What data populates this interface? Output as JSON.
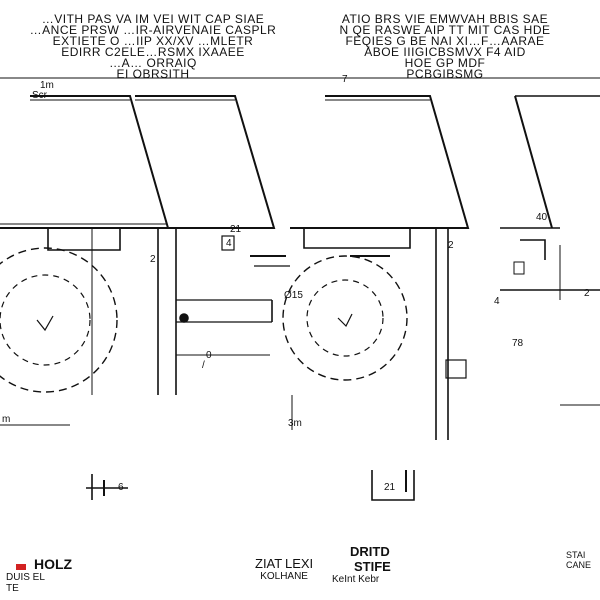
{
  "header_left": [
    "…VITH PAS VA IM VEI WIT CAP SIAE",
    "…ANCE PRSW …IR-AIRVENAIE CASPLR",
    "EXTIETE O …IIP XX/XV …MLETR",
    "EDIRR C2ELE…RSMX IXAAEE",
    "…A… ORRAIQ",
    "EI OBRSITH"
  ],
  "header_right": [
    "ATIO BRS VIE EMWVAH BBIS SAE",
    "N QE RASWE AIP TT MIT CAS HDE",
    "FEQIES G BE NAI XI…F…AARAE",
    "ABOE IIIGICBSMVX F4 AID",
    "HOE GP MDF",
    "PCBGIBSMG"
  ],
  "dimension_labels": {
    "top_width": "1m",
    "top_sub": "Scr",
    "top_right_mark": "7",
    "left_small": "4",
    "left_small_2": "21",
    "dia": "Ø15",
    "center_o": "0",
    "center_mark": "/",
    "mid_left": "2",
    "mid_right_a": "2",
    "right_angle": "40",
    "right_g": "4",
    "right_78": "78",
    "right_far": "2",
    "left_m": "m",
    "center_bottom": "3m",
    "bottom_21": "21",
    "bottom_left_g": "6"
  },
  "footer": {
    "left_brand": "HOLZ",
    "left_sub": "DUIS EL",
    "left_sub2": "TE",
    "mid_brand_a": "ZIAT",
    "mid_brand_b": "LEXI",
    "mid_sub": "KOLHANE",
    "right_brand": "DRITD",
    "right_brand_2": "STIFE",
    "right_sub": "KeInt Kebr",
    "corner": "STAI",
    "corner_2": "CANE"
  },
  "colors": {
    "ink": "#111111",
    "accent_red": "#d22222",
    "background": "#ffffff"
  }
}
